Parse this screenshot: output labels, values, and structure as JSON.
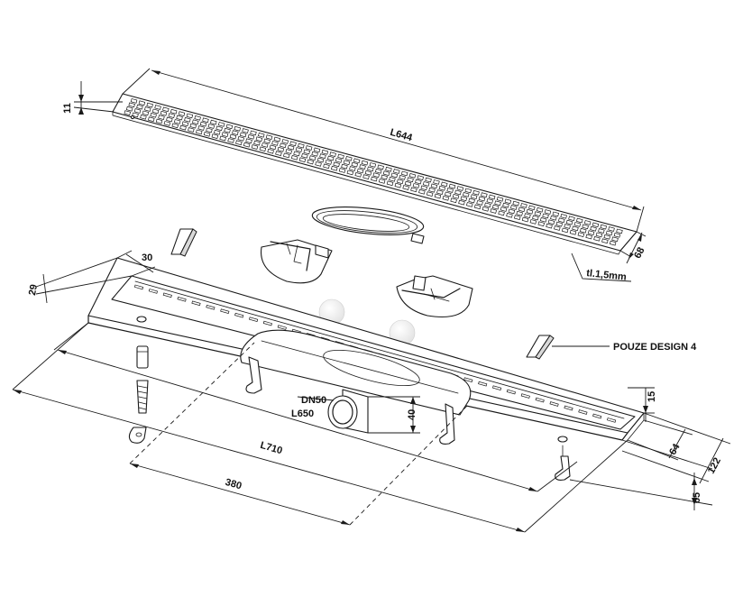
{
  "labels": {
    "grate_height": "11",
    "grate_length": "L644",
    "grate_width": "68",
    "grate_thickness": "tl.1,5mm",
    "frame_offset_top": "30",
    "frame_offset_left": "29",
    "outlet_diameter": "DN50",
    "channel_length": "L650",
    "outlet_height": "40",
    "total_length": "L710",
    "outlet_position": "380",
    "rim_height": "15",
    "channel_width": "64",
    "total_width": "122",
    "foot_height": "65",
    "legs_label": "POUZE DESIGN 4"
  }
}
